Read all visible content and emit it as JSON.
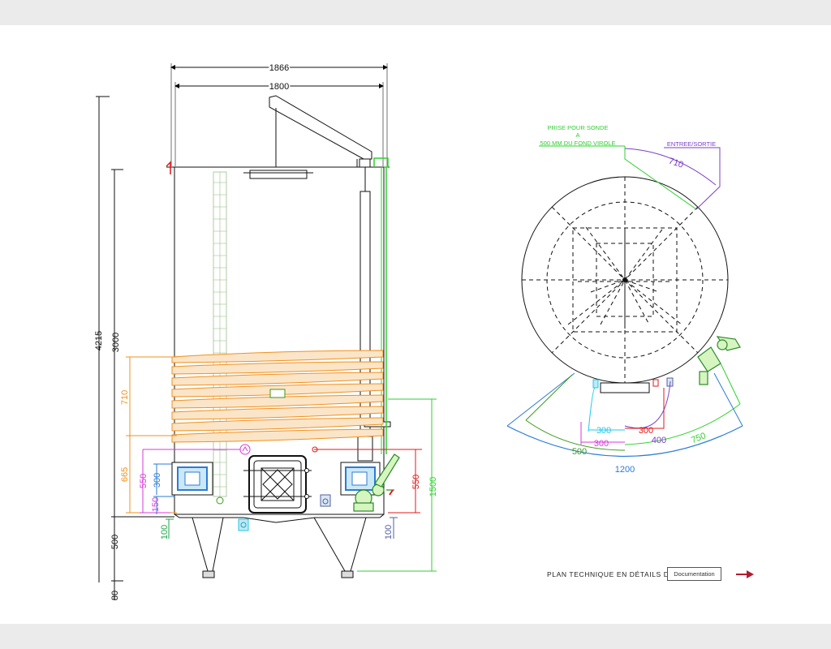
{
  "side_view": {
    "dims": {
      "overall_width": "1866",
      "body_width": "1800",
      "total_height": "4215",
      "shell_height": "3000",
      "coil_height": "710",
      "lower_band": "665",
      "door_band": "550",
      "door_inner": "300",
      "low_outlet": "150",
      "valve_left": "100",
      "valve_right": "100",
      "right_550": "550",
      "right_1500": "1500",
      "legs": "500",
      "feet": "80"
    }
  },
  "top_view": {
    "probe_note_line1": "PRISE POUR SONDE",
    "probe_note_line2": "A",
    "probe_note_line3": "500 MM DU FOND VIROLE",
    "inlet_outlet": "ENTREE/SORTIE",
    "dims": {
      "arc_710": "710",
      "cyan_300": "300",
      "red_300": "300",
      "magenta_300": "300",
      "violet_400": "400",
      "green_500": "500",
      "green_750": "750",
      "blue_1200": "1200"
    }
  },
  "colors": {
    "orange": "#f0901e",
    "green": "#2fd12f",
    "magenta": "#d93ad9",
    "cyan": "#1fc8e8",
    "blue": "#2b7bd6",
    "red": "#e01818",
    "violet": "#7b3fc6",
    "dark_green": "#3a9a1a"
  },
  "footer": {
    "label": "PLAN TECHNIQUE EN DÉTAILS DANS",
    "button": "Documentation",
    "arrow_icon": "arrow-right-icon"
  }
}
